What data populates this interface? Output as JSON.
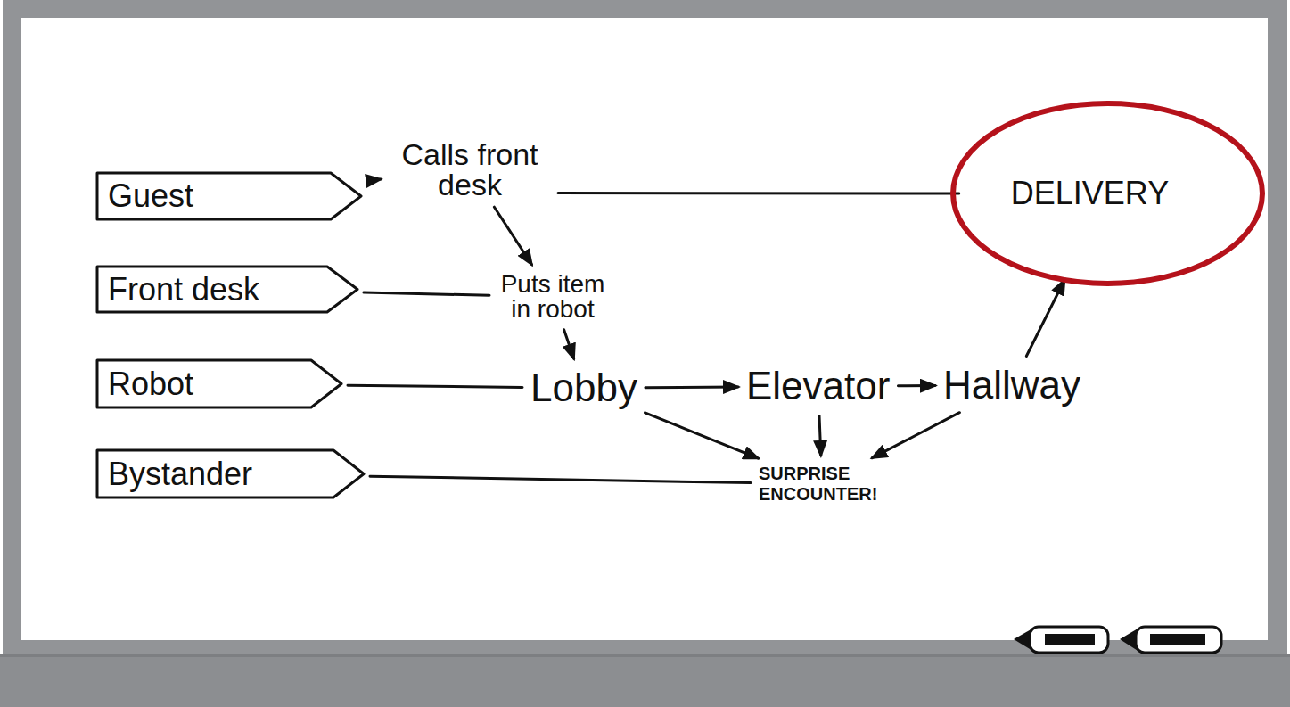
{
  "diagram": {
    "nodes": [
      {
        "text": [
          "Guest"
        ]
      },
      {
        "text": [
          "Calls front desk"
        ]
      },
      {
        "text": [
          "DELIVERY"
        ]
      },
      {
        "text": [
          "Front desk"
        ]
      },
      {
        "text": [
          "Puts item in robot"
        ]
      },
      {
        "text": [
          "Robot"
        ]
      },
      {
        "text": [
          "Lobby"
        ]
      },
      {
        "text": [
          "Elevator"
        ]
      },
      {
        "text": [
          "Hallway"
        ]
      },
      {
        "text": [
          "Bystander"
        ]
      },
      {
        "text": [
          "SURPRISE ENCOUNTER!"
        ]
      }
    ],
    "edges": [
      {
        "from": 0,
        "to": 1,
        "arrow": "to"
      },
      {
        "from": 1,
        "to": 2,
        "arrow": "none"
      },
      {
        "from": 1,
        "to": 4,
        "arrow": "to"
      },
      {
        "from": 3,
        "to": 4,
        "arrow": "none"
      },
      {
        "from": 4,
        "to": 6,
        "arrow": "to"
      },
      {
        "from": 5,
        "to": 6,
        "arrow": "none"
      },
      {
        "from": 6,
        "to": 7,
        "arrow": "to"
      },
      {
        "from": 7,
        "to": 8,
        "arrow": "to"
      },
      {
        "from": 8,
        "to": 2,
        "arrow": "to"
      },
      {
        "from": 6,
        "to": 10,
        "arrow": "to"
      },
      {
        "from": 7,
        "to": 10,
        "arrow": "to"
      },
      {
        "from": 8,
        "to": 10,
        "arrow": "to"
      },
      {
        "from": 9,
        "to": 10,
        "arrow": "none"
      }
    ]
  }
}
